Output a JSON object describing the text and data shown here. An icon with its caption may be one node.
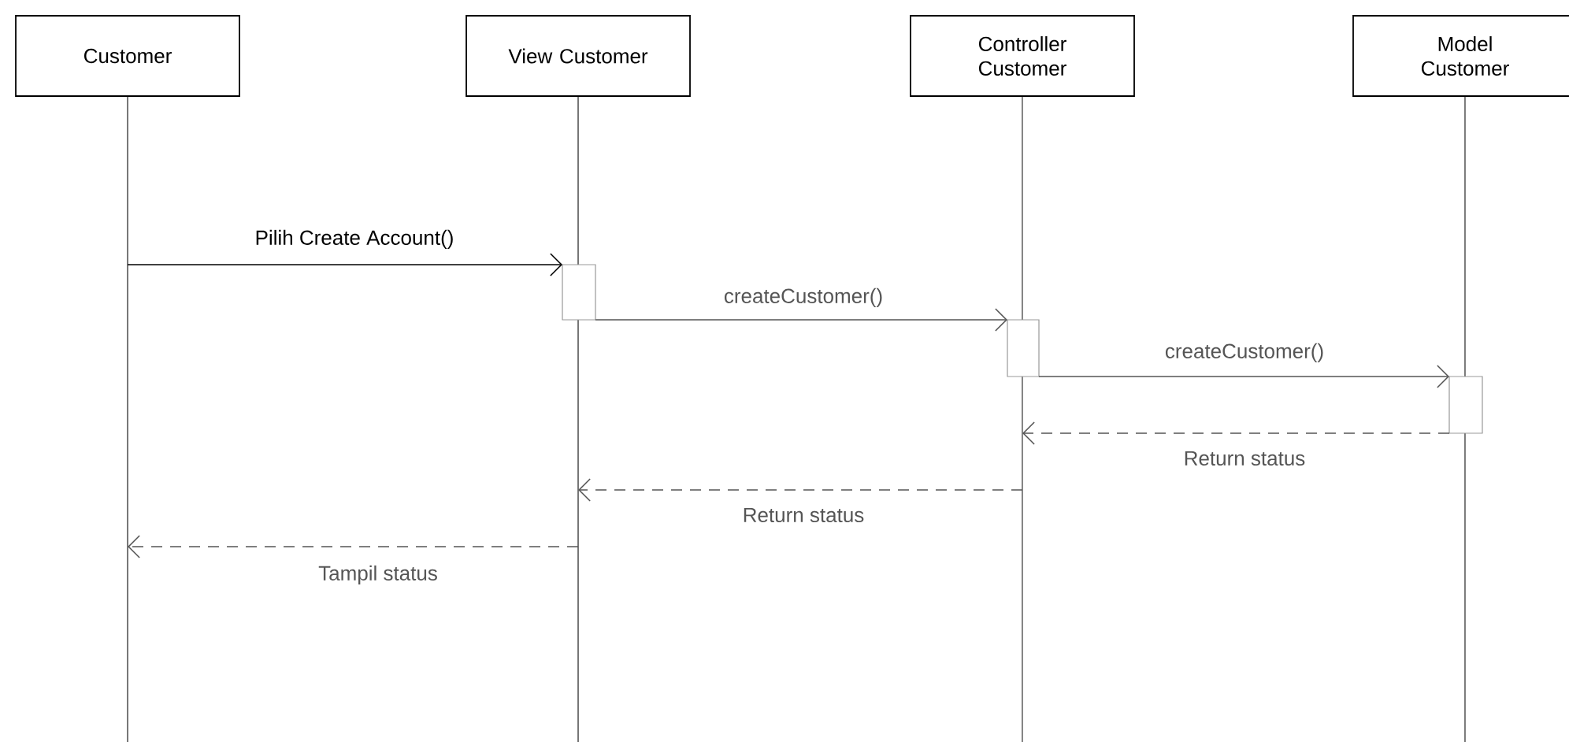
{
  "diagram": {
    "nodes": [
      {
        "text": [
          "Customer"
        ]
      },
      {
        "text": [
          "View Customer"
        ]
      },
      {
        "text": [
          "Controller Customer"
        ]
      },
      {
        "text": [
          "Model Customer"
        ]
      }
    ],
    "edges": [
      {
        "from": 0,
        "to": 1,
        "arrow": "to",
        "label": "Pilih Create Account()",
        "color": "#000000"
      },
      {
        "from": 1,
        "to": 2,
        "arrow": "to",
        "label": "createCustomer()"
      },
      {
        "from": 2,
        "to": 3,
        "arrow": "to",
        "label": "createCustomer()"
      },
      {
        "from": 3,
        "to": 2,
        "arrow": "to",
        "label": "Return status",
        "style": "dashed"
      },
      {
        "from": 2,
        "to": 1,
        "arrow": "to",
        "label": "Return status",
        "style": "dashed"
      },
      {
        "from": 1,
        "to": 0,
        "arrow": "to",
        "label": "Tampil status",
        "style": "dashed"
      }
    ]
  }
}
